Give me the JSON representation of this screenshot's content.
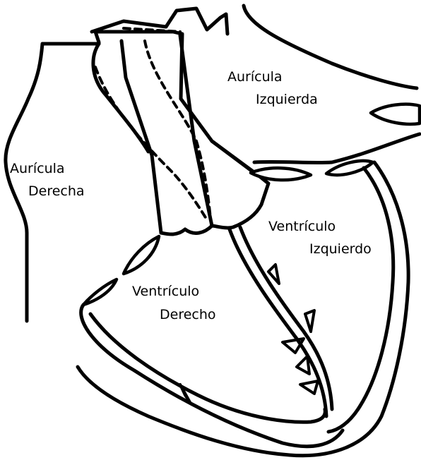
{
  "diagram": {
    "labels": {
      "left_atrium_line1": "Aurícula",
      "left_atrium_line2": "Izquierda",
      "right_atrium_line1": "Aurícula",
      "right_atrium_line2": "Derecha",
      "left_ventricle_line1": "Ventrículo",
      "left_ventricle_line2": "Izquierdo",
      "right_ventricle_line1": "Ventrículo",
      "right_ventricle_line2": "Derecho"
    },
    "colors": {
      "ink": "#000000",
      "background": "#ffffff"
    }
  }
}
